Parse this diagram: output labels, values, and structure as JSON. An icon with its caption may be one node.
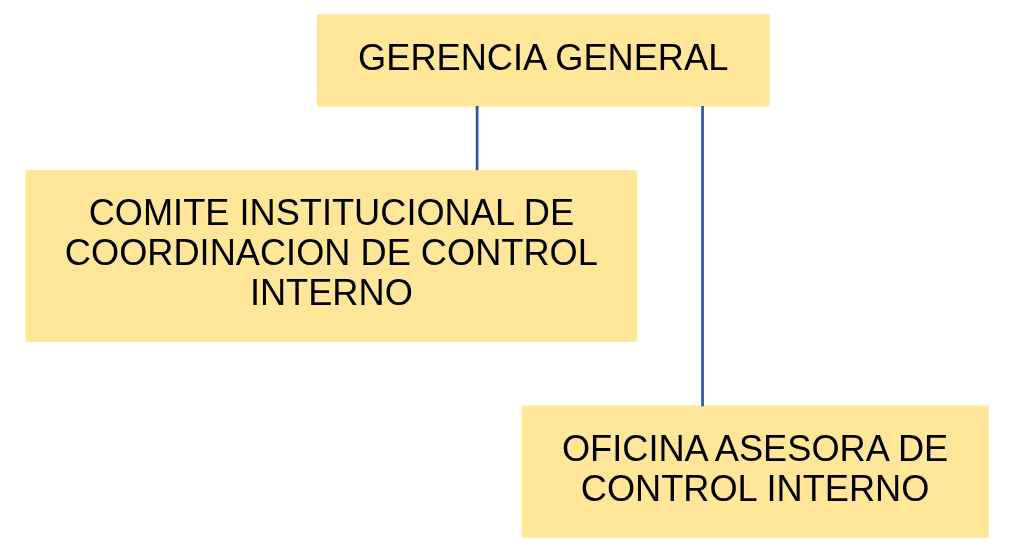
{
  "diagram": {
    "nodes": [
      {
        "text": [
          "GERENCIA GENERAL"
        ]
      },
      {
        "text": [
          "COMITE INSTITUCIONAL DE COORDINACION DE CONTROL INTERNO"
        ]
      },
      {
        "text": [
          "OFICINA ASESORA DE CONTROL INTERNO"
        ]
      }
    ],
    "edges": [
      {
        "from": 0,
        "to": 1,
        "arrow": "none",
        "color": "#2f55a4"
      },
      {
        "from": 0,
        "to": 2,
        "arrow": "none",
        "color": "#2f55a4"
      }
    ]
  }
}
